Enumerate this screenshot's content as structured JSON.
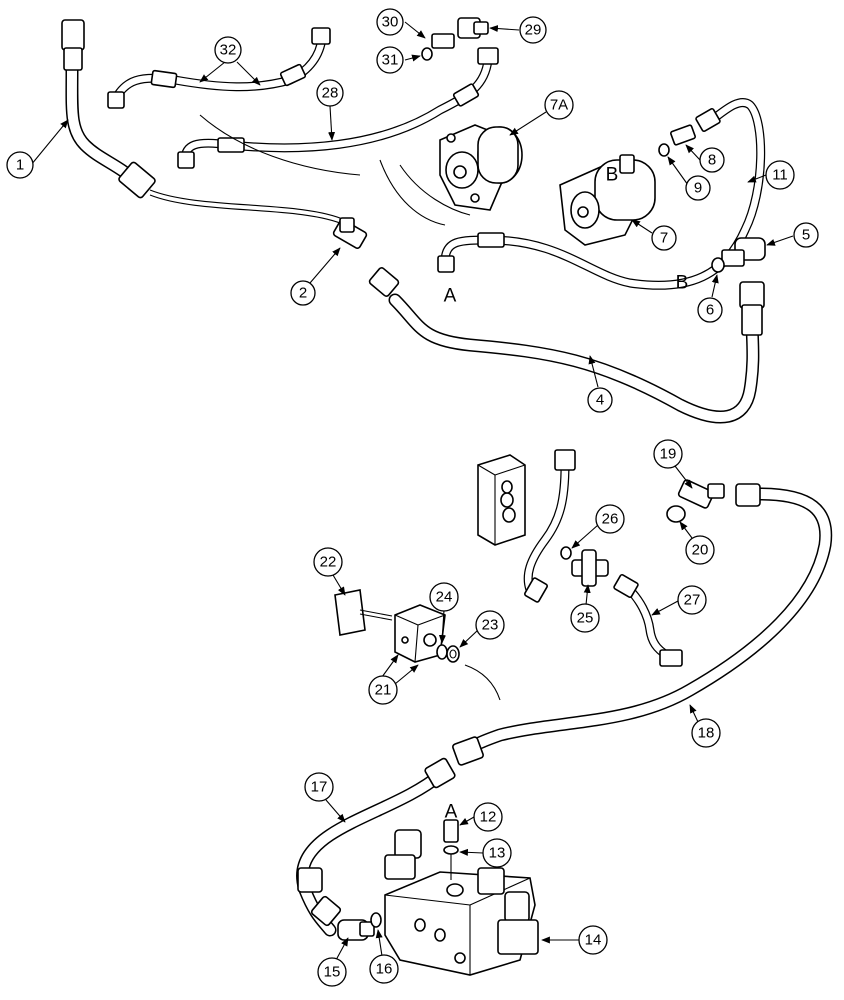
{
  "callouts": {
    "c1": "1",
    "c2": "2",
    "c4": "4",
    "c5": "5",
    "c6": "6",
    "c7": "7",
    "c7a": "7A",
    "c8": "8",
    "c9": "9",
    "c11": "11",
    "c12": "12",
    "c13": "13",
    "c14": "14",
    "c15": "15",
    "c16": "16",
    "c17": "17",
    "c18": "18",
    "c19": "19",
    "c20": "20",
    "c21": "21",
    "c22": "22",
    "c23": "23",
    "c24": "24",
    "c25": "25",
    "c26": "26",
    "c27": "27",
    "c28": "28",
    "c29": "29",
    "c30": "30",
    "c31": "31",
    "c32": "32"
  },
  "letters": {
    "a_top": "A",
    "b_pump": "B",
    "b_port": "B",
    "a_valve": "A"
  }
}
